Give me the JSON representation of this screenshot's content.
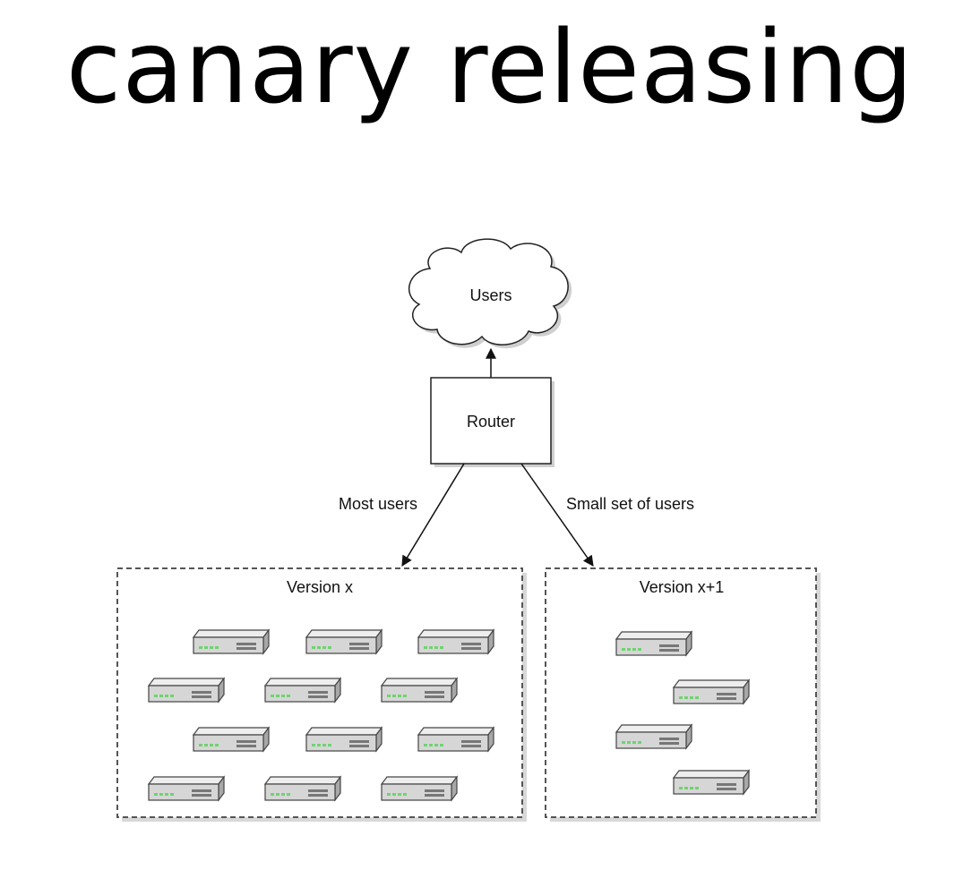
{
  "title": "canary releasing",
  "diagram": {
    "users_label": "Users",
    "router_label": "Router",
    "edge_left_label": "Most users",
    "edge_right_label": "Small set of users",
    "group_old_label": "Version x",
    "group_new_label": "Version x+1",
    "server_icon": "server-icon",
    "old_server_count": 12,
    "new_server_count": 4,
    "colors": {
      "stroke": "#222222",
      "dashed_border": "#555555",
      "server_body": "#d9d9d9",
      "led": "#6ed46e",
      "shadow": "#bdbdbd"
    }
  }
}
